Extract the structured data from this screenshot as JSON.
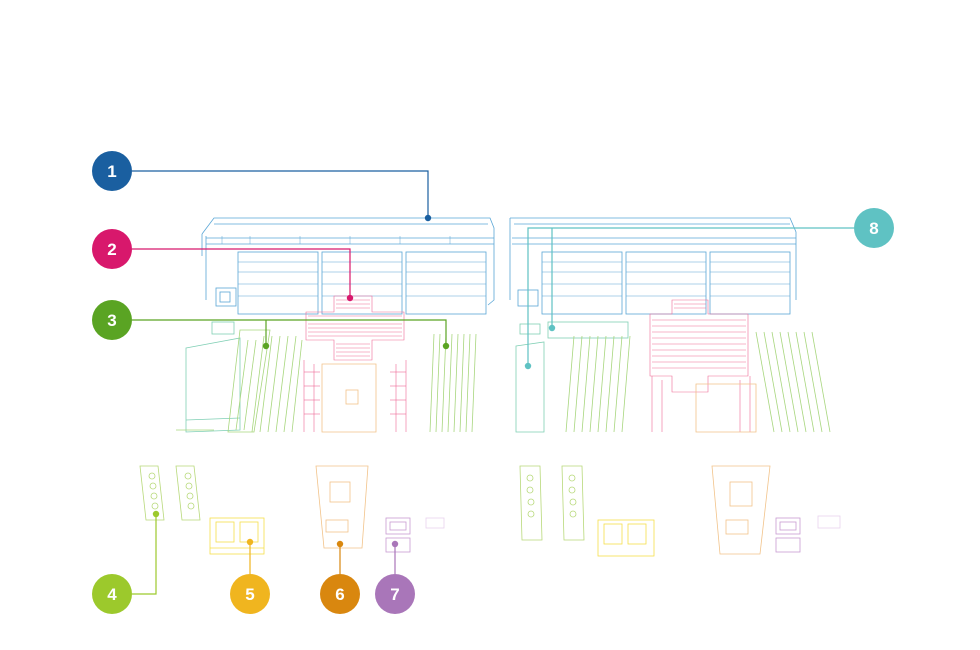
{
  "colors": {
    "c1": "#1a5fa0",
    "c2": "#d8186c",
    "c3": "#5aa423",
    "c4": "#9cc92c",
    "c5": "#f0b51f",
    "c6": "#d9870f",
    "c7": "#a976b9",
    "c8": "#5fc2c3",
    "fans": "#5aa6d6",
    "heatsink": "#ef6a96",
    "dimm": "#a8d67e",
    "riser": "#f2c38a",
    "psu": "#d4c1e0"
  },
  "callouts": [
    {
      "id": "1",
      "label": "1",
      "color_key": "c1"
    },
    {
      "id": "2",
      "label": "2",
      "color_key": "c2"
    },
    {
      "id": "3",
      "label": "3",
      "color_key": "c3"
    },
    {
      "id": "4",
      "label": "4",
      "color_key": "c4"
    },
    {
      "id": "5",
      "label": "5",
      "color_key": "c5"
    },
    {
      "id": "6",
      "label": "6",
      "color_key": "c6"
    },
    {
      "id": "7",
      "label": "7",
      "color_key": "c7"
    },
    {
      "id": "8",
      "label": "8",
      "color_key": "c8"
    }
  ]
}
